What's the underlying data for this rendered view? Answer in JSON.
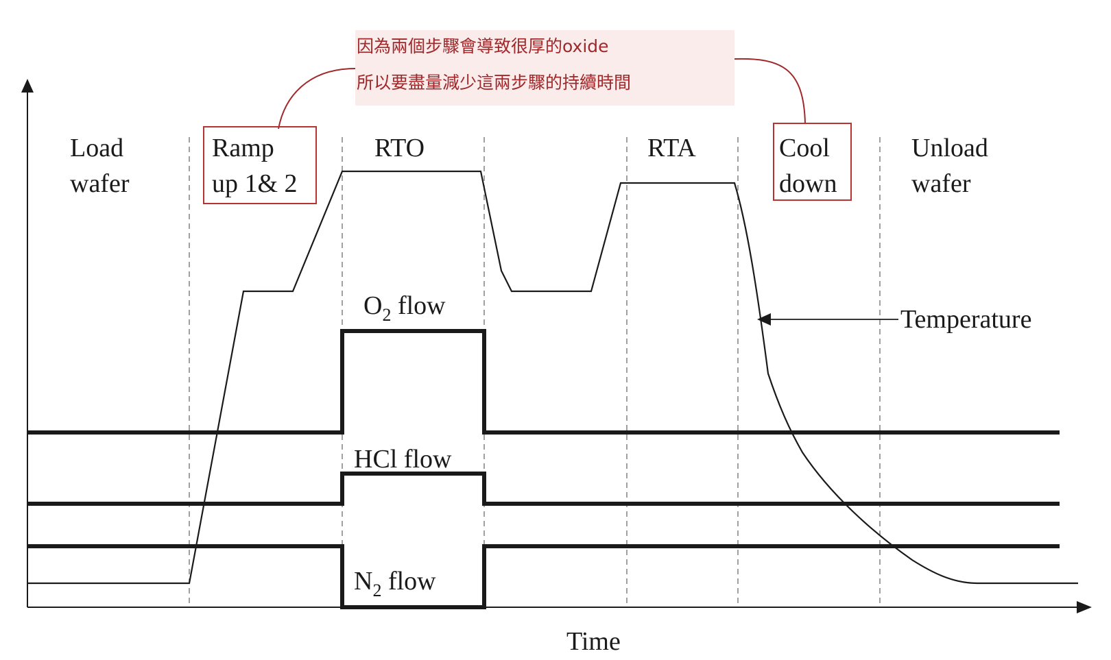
{
  "phases": [
    {
      "id": "load",
      "lines": [
        "Load",
        "wafer"
      ]
    },
    {
      "id": "ramp",
      "lines": [
        "Ramp",
        "up 1& 2"
      ],
      "highlighted": true
    },
    {
      "id": "rto",
      "lines": [
        "RTO"
      ]
    },
    {
      "id": "gap",
      "lines": []
    },
    {
      "id": "rta",
      "lines": [
        "RTA"
      ]
    },
    {
      "id": "cool",
      "lines": [
        "Cool",
        "down"
      ],
      "highlighted": true
    },
    {
      "id": "unload",
      "lines": [
        "Unload",
        "wafer"
      ]
    }
  ],
  "labels": {
    "o2_main": "O",
    "o2_sub": "2",
    "o2_rest": " flow",
    "hcl": "HCl flow",
    "n2_main": "N",
    "n2_sub": "2",
    "n2_rest": " flow",
    "temperature": "Temperature",
    "x_axis": "Time"
  },
  "annotation": {
    "line1": "因為兩個步驟會導致很厚的oxide",
    "line2": "所以要盡量減少這兩步驟的持續時間"
  },
  "colors": {
    "annotation_ink": "#a0282a",
    "annotation_bg": "#fbecec",
    "box_border": "#b8332f",
    "line": "#1a1a1a",
    "divider": "#888888"
  }
}
